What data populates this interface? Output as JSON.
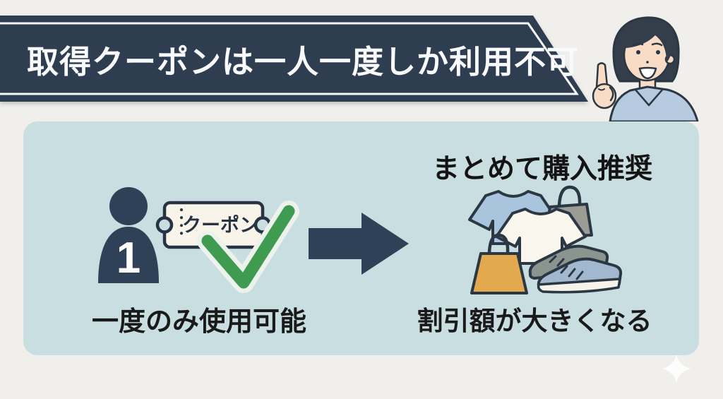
{
  "banner": {
    "title": "取得クーポンは一人一度しか利用不可"
  },
  "illustration": {
    "character": "woman-pointing-up"
  },
  "panel": {
    "left": {
      "user_badge": "1",
      "coupon_label": "クーポン",
      "caption": "一度のみ使用可能"
    },
    "right": {
      "heading": "まとめて購入推奨",
      "caption": "割引額が大きくなる"
    }
  },
  "colors": {
    "background": "#f0efec",
    "banner_bg": "#2e3e50",
    "banner_border": "#f7f8f9",
    "banner_text": "#f8fafb",
    "panel_bg": "#c8dee1",
    "accent_navy": "#2e4157",
    "outline_dark": "#2c3744",
    "check_green": "#3e9b4f",
    "coupon_fill": "#f8f4e9",
    "caption_text": "#1a1a1a",
    "orange_bag": "#e3a94f",
    "gray_bag": "#9b9c94",
    "blue_shirt": "#a9c4dd",
    "white_shirt": "#f9f6ee",
    "blue_shoe": "#a2b8ce",
    "gray_shoe": "#8b948e",
    "skin": "#f8dcc6",
    "hair": "#333e4a",
    "sweater": "#b6cbe0"
  }
}
